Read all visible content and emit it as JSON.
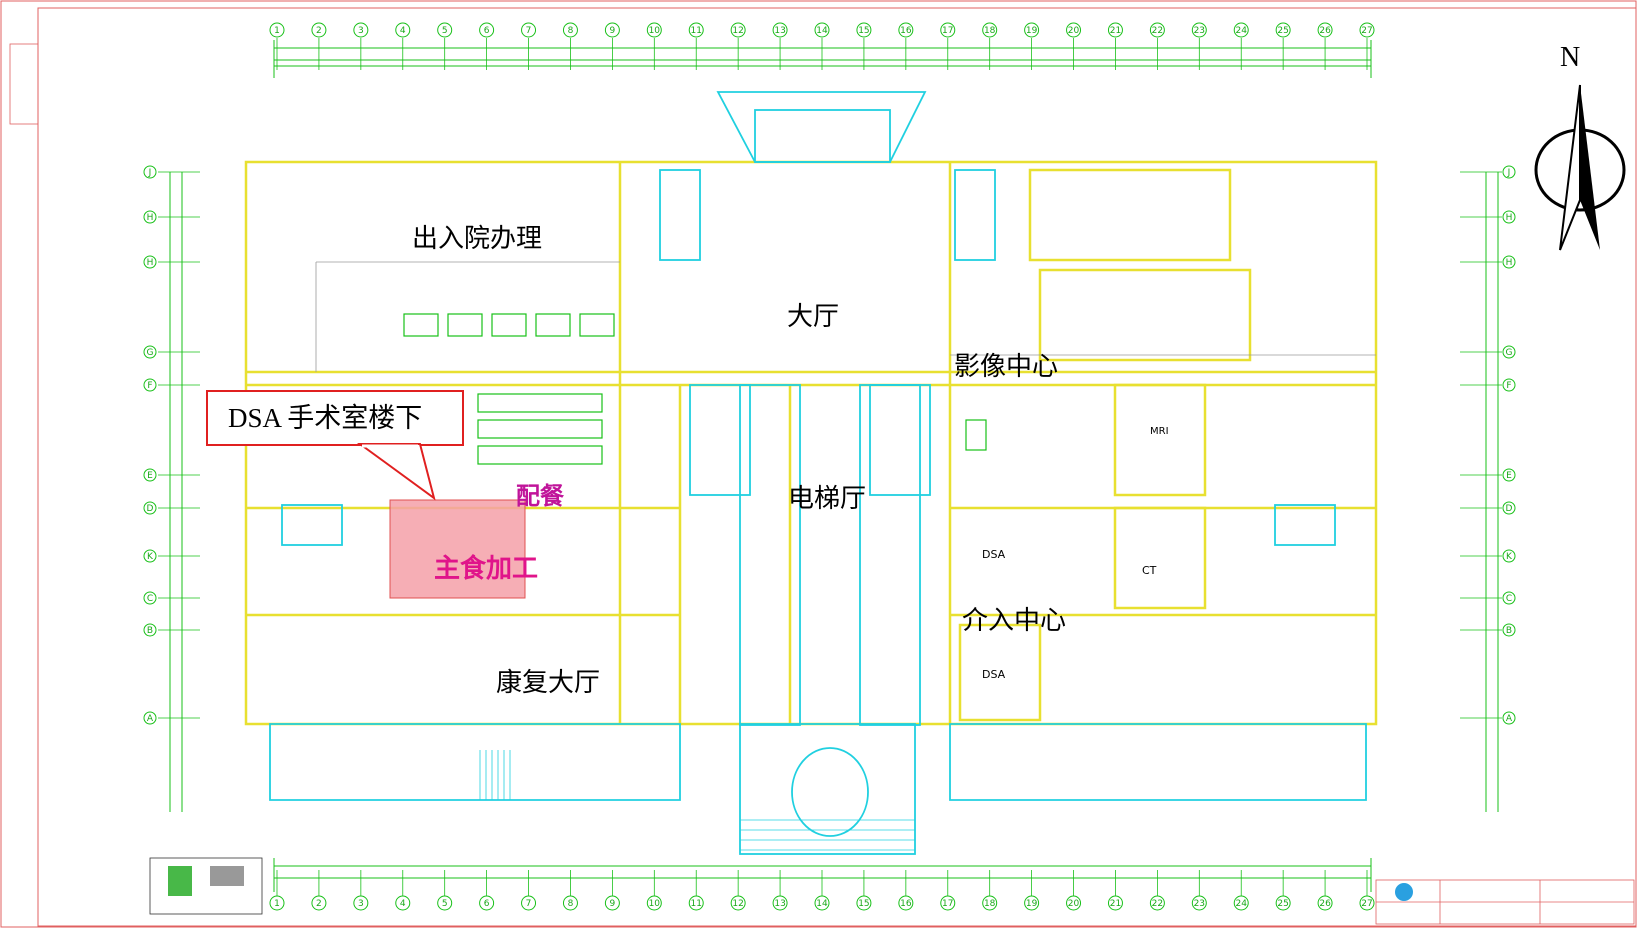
{
  "compass": {
    "north_label": "N",
    "icon": "north-arrow-icon"
  },
  "callout": {
    "text": "DSA 手术室楼下"
  },
  "rooms": {
    "admission": "出入院办理",
    "hall": "大厅",
    "imaging": "影像中心",
    "elevator_hall": "电梯厅",
    "catering": "配餐",
    "staple_food": "主食加工",
    "interventional": "介入中心",
    "rehab_hall": "康复大厅"
  },
  "small_labels": {
    "dsa_1": "DSA",
    "dsa_2": "DSA",
    "ct": "CT",
    "mri": "MRI"
  },
  "grid": {
    "columns": [
      "1",
      "2",
      "3",
      "4",
      "5",
      "6",
      "7",
      "8",
      "9",
      "10",
      "11",
      "12",
      "13",
      "14",
      "15",
      "16",
      "17",
      "18",
      "19",
      "20",
      "21",
      "22",
      "23",
      "24",
      "25",
      "26",
      "27"
    ],
    "rows": [
      "J",
      "H",
      "H",
      "G",
      "F",
      "E",
      "D",
      "K",
      "C",
      "B",
      "A"
    ]
  },
  "colors": {
    "wall_yellow": "#e8e030",
    "wall_cyan": "#20d0e0",
    "grid_green": "#18c018",
    "frame_red": "#e04040",
    "highlight_fill": "#f4a0a8"
  }
}
